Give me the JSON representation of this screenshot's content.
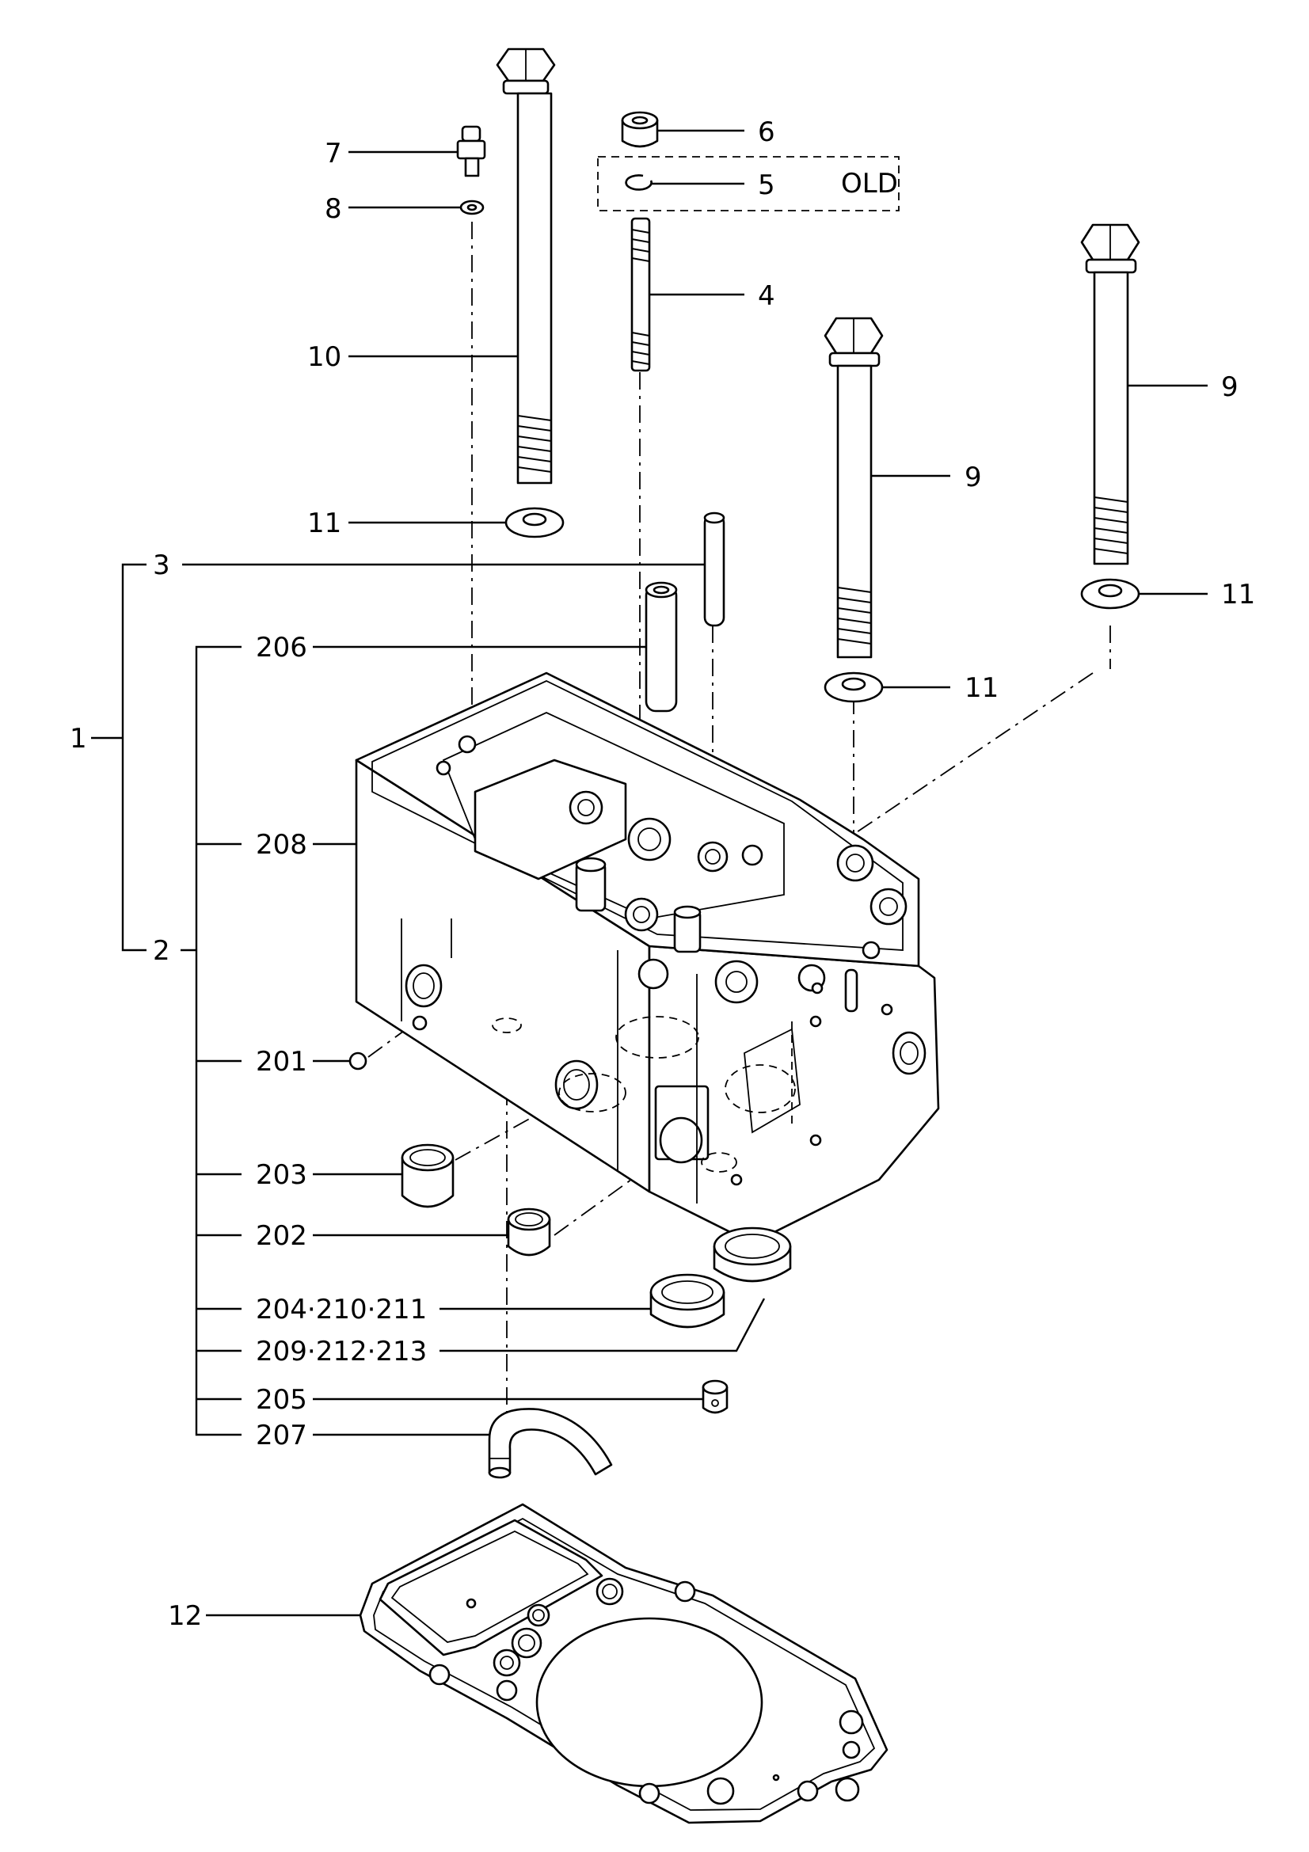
{
  "labels": {
    "l1": "1",
    "l2": "2",
    "l3": "3",
    "l4": "4",
    "l5": "5",
    "l6": "6",
    "l7": "7",
    "l8": "8",
    "l9a": "9",
    "l9b": "9",
    "l10": "10",
    "l11a": "11",
    "l11b": "11",
    "l11c": "11",
    "l12": "12",
    "l201": "201",
    "l202": "202",
    "l203": "203",
    "l204": "204·210·211",
    "l205": "205",
    "l206": "206",
    "l207": "207",
    "l208": "208",
    "l209": "209·212·213",
    "old": "OLD"
  }
}
